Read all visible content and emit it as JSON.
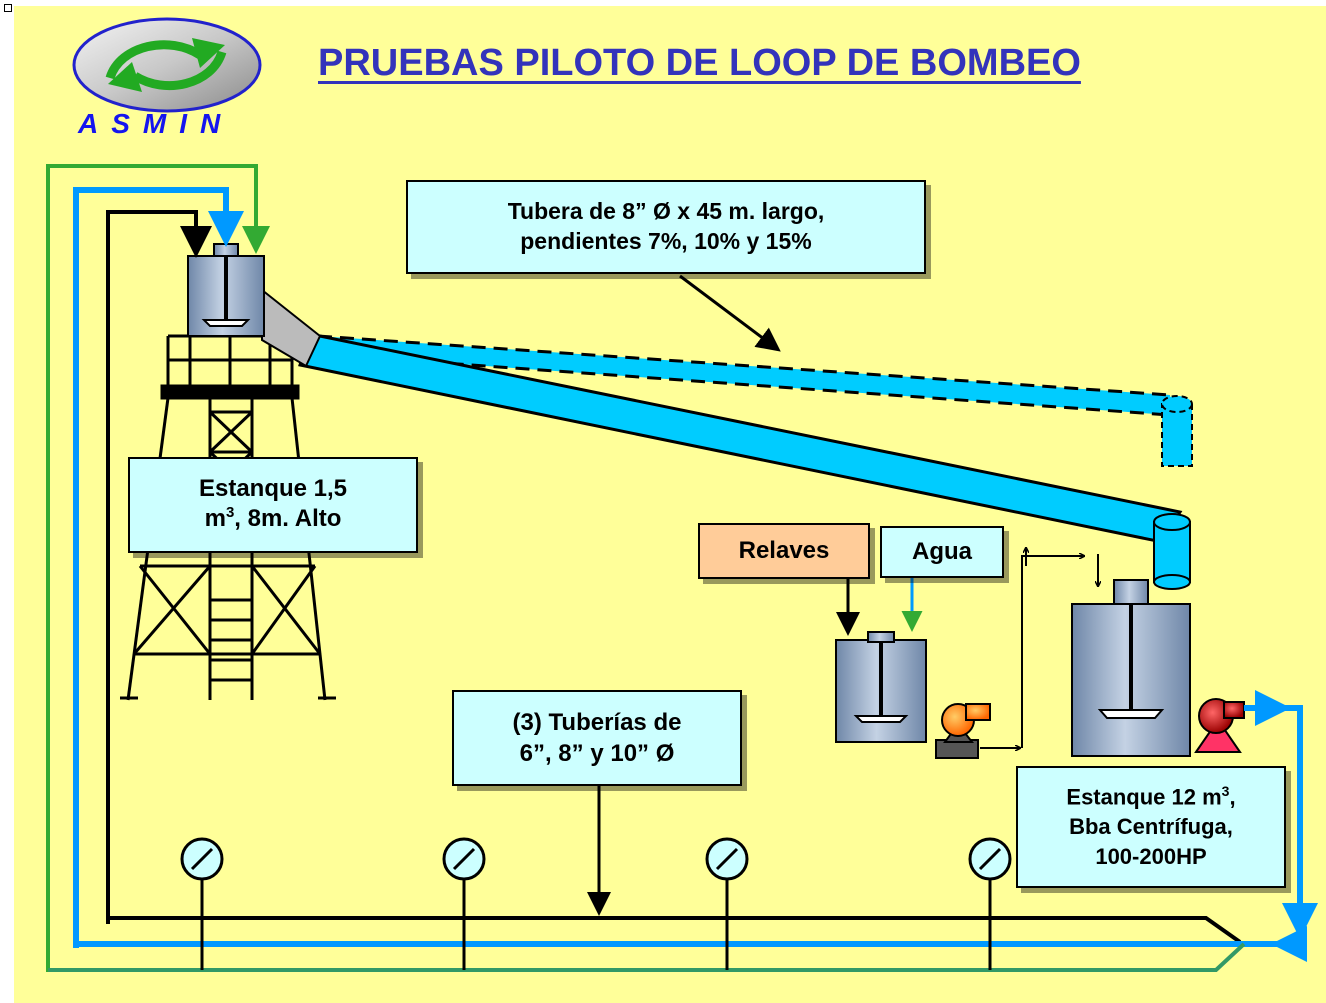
{
  "title": "PRUEBAS PILOTO DE LOOP DE BOMBEO",
  "logo": {
    "text": "ASMIN",
    "icon": "green-arrows-oval-logo"
  },
  "labels": {
    "tubera": "Tubera de 8” Ø x 45 m. largo,\npendientes 7%, 10% y 15%",
    "estanque_small_line1": "Estanque 1,5",
    "estanque_small_line2_pre": "m",
    "estanque_small_line2_sup": "3",
    "estanque_small_line2_post": ", 8m. Alto",
    "relaves": "Relaves",
    "agua": "Agua",
    "tuberias": "(3) Tuberías de\n6”, 8” y 10” Ø",
    "estanque_big_line1_pre": "Estanque 12 m",
    "estanque_big_line1_sup": "3",
    "estanque_big_line1_post": ",",
    "estanque_big_line2": "Bba Centrífuga,",
    "estanque_big_line3": "100-200HP"
  },
  "colors": {
    "background": "#ffff99",
    "title": "#3333bb",
    "pipe_fill": "#00ccff",
    "blue_line": "#0099ff",
    "green_line": "#339966",
    "green_arrow": "#33aa33",
    "label_box": "#ccffff",
    "relaves_box": "#ffcc99"
  },
  "gauges": [
    "pressure-gauge-1",
    "pressure-gauge-2",
    "pressure-gauge-3",
    "pressure-gauge-4"
  ]
}
